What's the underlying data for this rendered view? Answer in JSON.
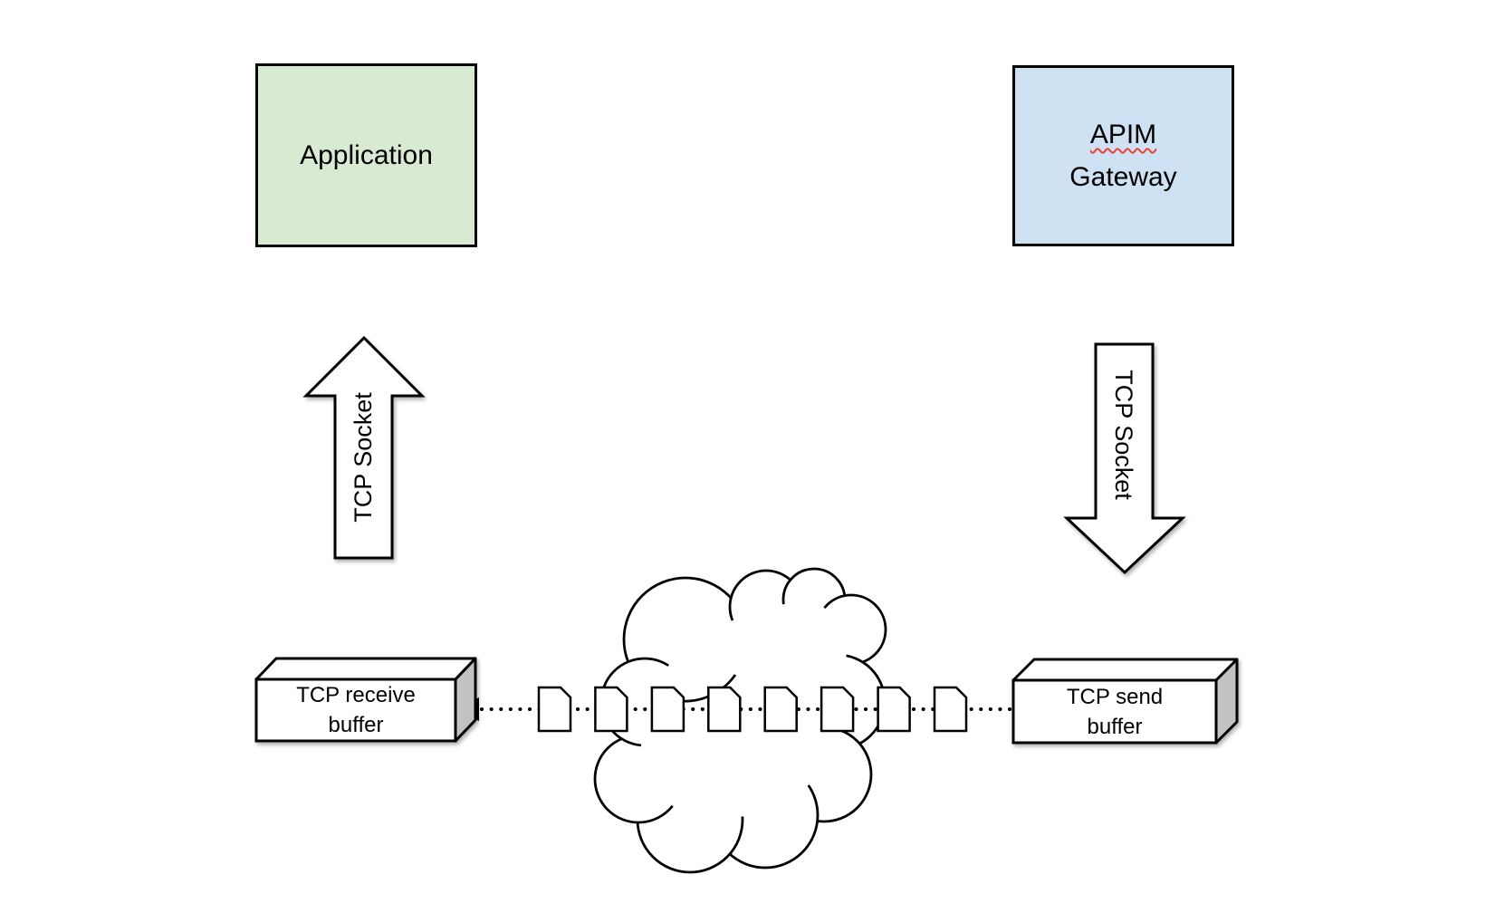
{
  "diagram": {
    "application": {
      "label": "Application"
    },
    "apim_gateway": {
      "line1": "APIM",
      "line2": "Gateway"
    },
    "tcp_socket_upload": {
      "label": "TCP Socket"
    },
    "tcp_socket_download": {
      "label": "TCP Socket"
    },
    "tcp_receive_buffer": {
      "line1": "TCP receive",
      "line2": "buffer"
    },
    "tcp_send_buffer": {
      "line1": "TCP send",
      "line2": "buffer"
    },
    "network": {
      "packet_count": 8,
      "flow_direction": "right-to-left"
    }
  },
  "colors": {
    "background": "#ffffff",
    "application_fill": "#d9ead3",
    "gateway_fill": "#cfe2f3",
    "shape_fill": "#ffffff",
    "buffer_side_fill": "#c2c2c2",
    "stroke": "#000000",
    "spellcheck_underline": "#ea4335"
  }
}
